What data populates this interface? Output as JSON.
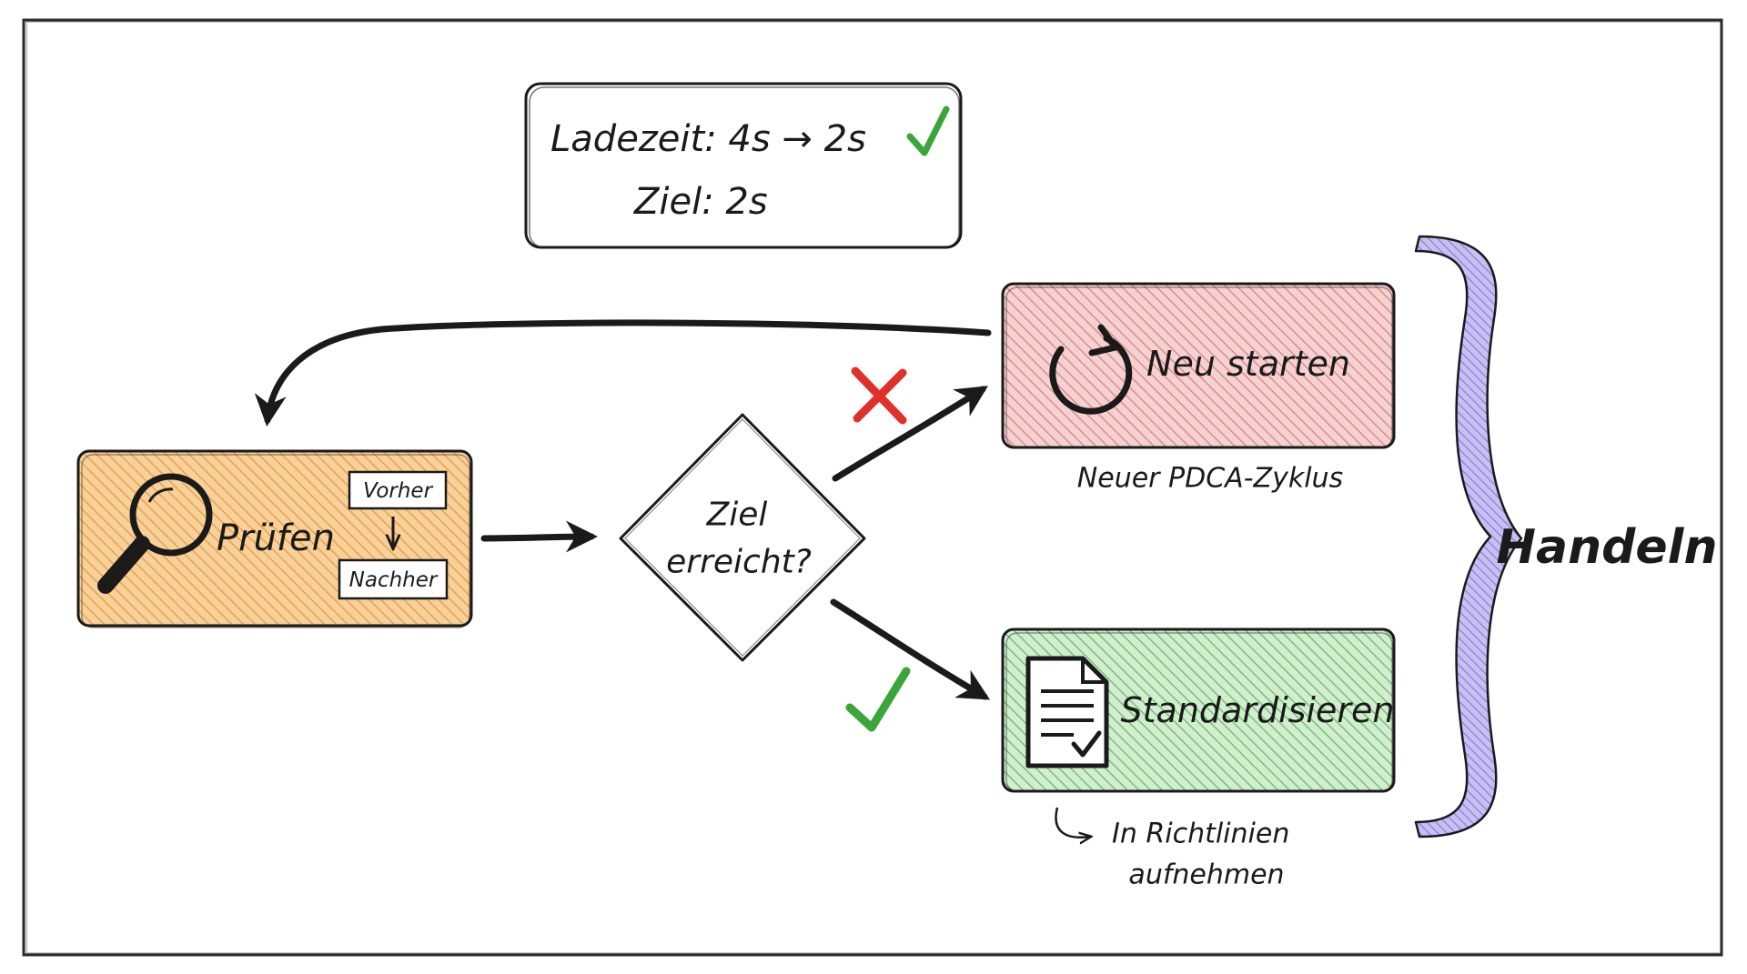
{
  "colors": {
    "ink": "#1a1a1a",
    "orange_fill": "#f6c98a",
    "orange_stroke": "#e9a24c",
    "red_fill": "#f2c4c4",
    "red_stroke": "#e07a7a",
    "green_fill": "#c8e8c6",
    "green_stroke": "#6cc16a",
    "purple": "#9b8ee0",
    "check_green": "#3aa63a",
    "cross_red": "#e0302a"
  },
  "metric_box": {
    "line1": "Ladezeit: 4s → 2s",
    "line2": "Ziel: 2s",
    "icon": "check-icon"
  },
  "check_node": {
    "label": "Prüfen",
    "before": "Vorher",
    "after": "Nachher",
    "icon": "magnifier-icon"
  },
  "decision": {
    "line1": "Ziel",
    "line2": "erreicht?"
  },
  "restart_node": {
    "label": "Neu starten",
    "caption": "Neuer PDCA-Zyklus",
    "icon": "refresh-icon",
    "marker": "cross-icon"
  },
  "standardize_node": {
    "label": "Standardisieren",
    "caption_line1": "In Richtlinien",
    "caption_line2": "aufnehmen",
    "icon": "document-check-icon",
    "marker": "check-icon"
  },
  "phase": {
    "label": "Handeln"
  }
}
